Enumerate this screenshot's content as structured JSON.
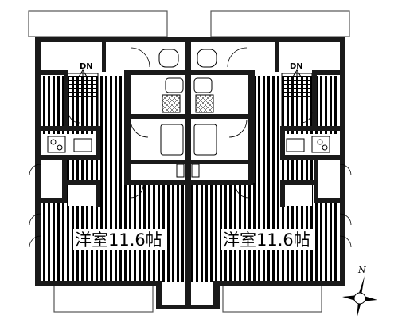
{
  "floor_plan": {
    "units": [
      {
        "room_label": "洋室11.6帖",
        "stair_label": "DN"
      },
      {
        "room_label": "洋室11.6帖",
        "stair_label": "DN"
      }
    ],
    "compass": {
      "label": "N"
    },
    "colors": {
      "wall": "#1a1a1a",
      "floor_stripe": "#000000",
      "background": "#ffffff",
      "outline": "#555555"
    }
  }
}
